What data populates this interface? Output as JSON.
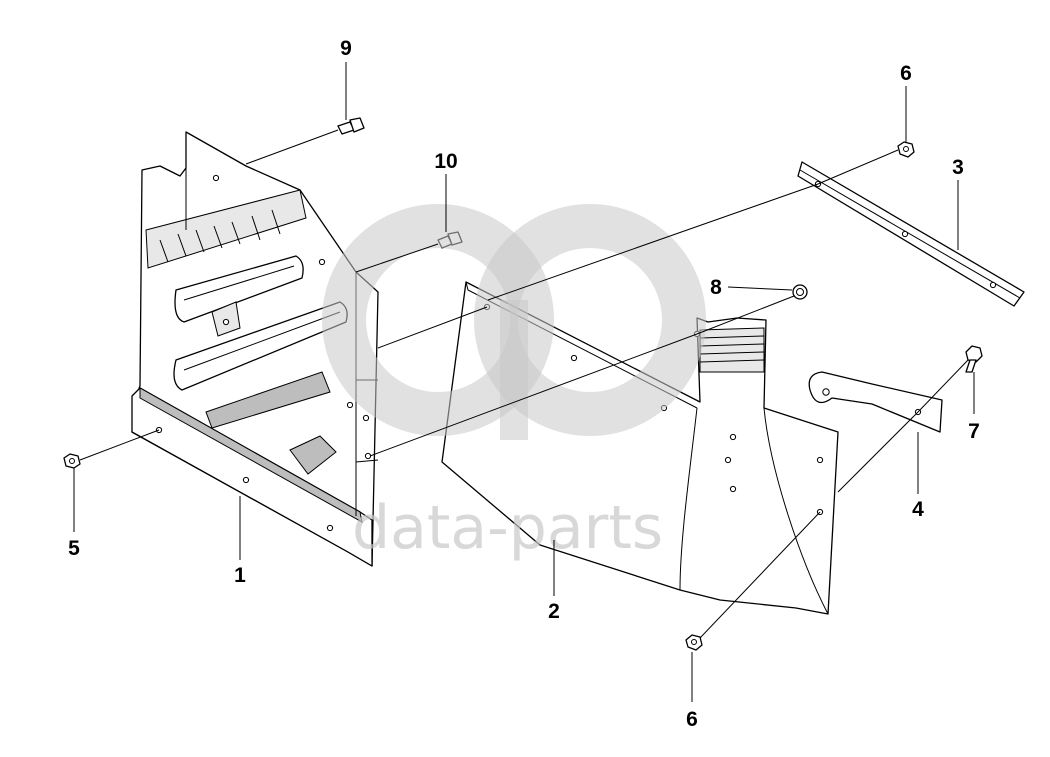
{
  "callouts": {
    "c1": "1",
    "c2": "2",
    "c3": "3",
    "c4": "4",
    "c5": "5",
    "c6_top": "6",
    "c6_bottom": "6",
    "c7": "7",
    "c8": "8",
    "c9": "9",
    "c10": "10"
  },
  "watermark": {
    "text": "data-parts",
    "color": "#c8c8c8"
  }
}
